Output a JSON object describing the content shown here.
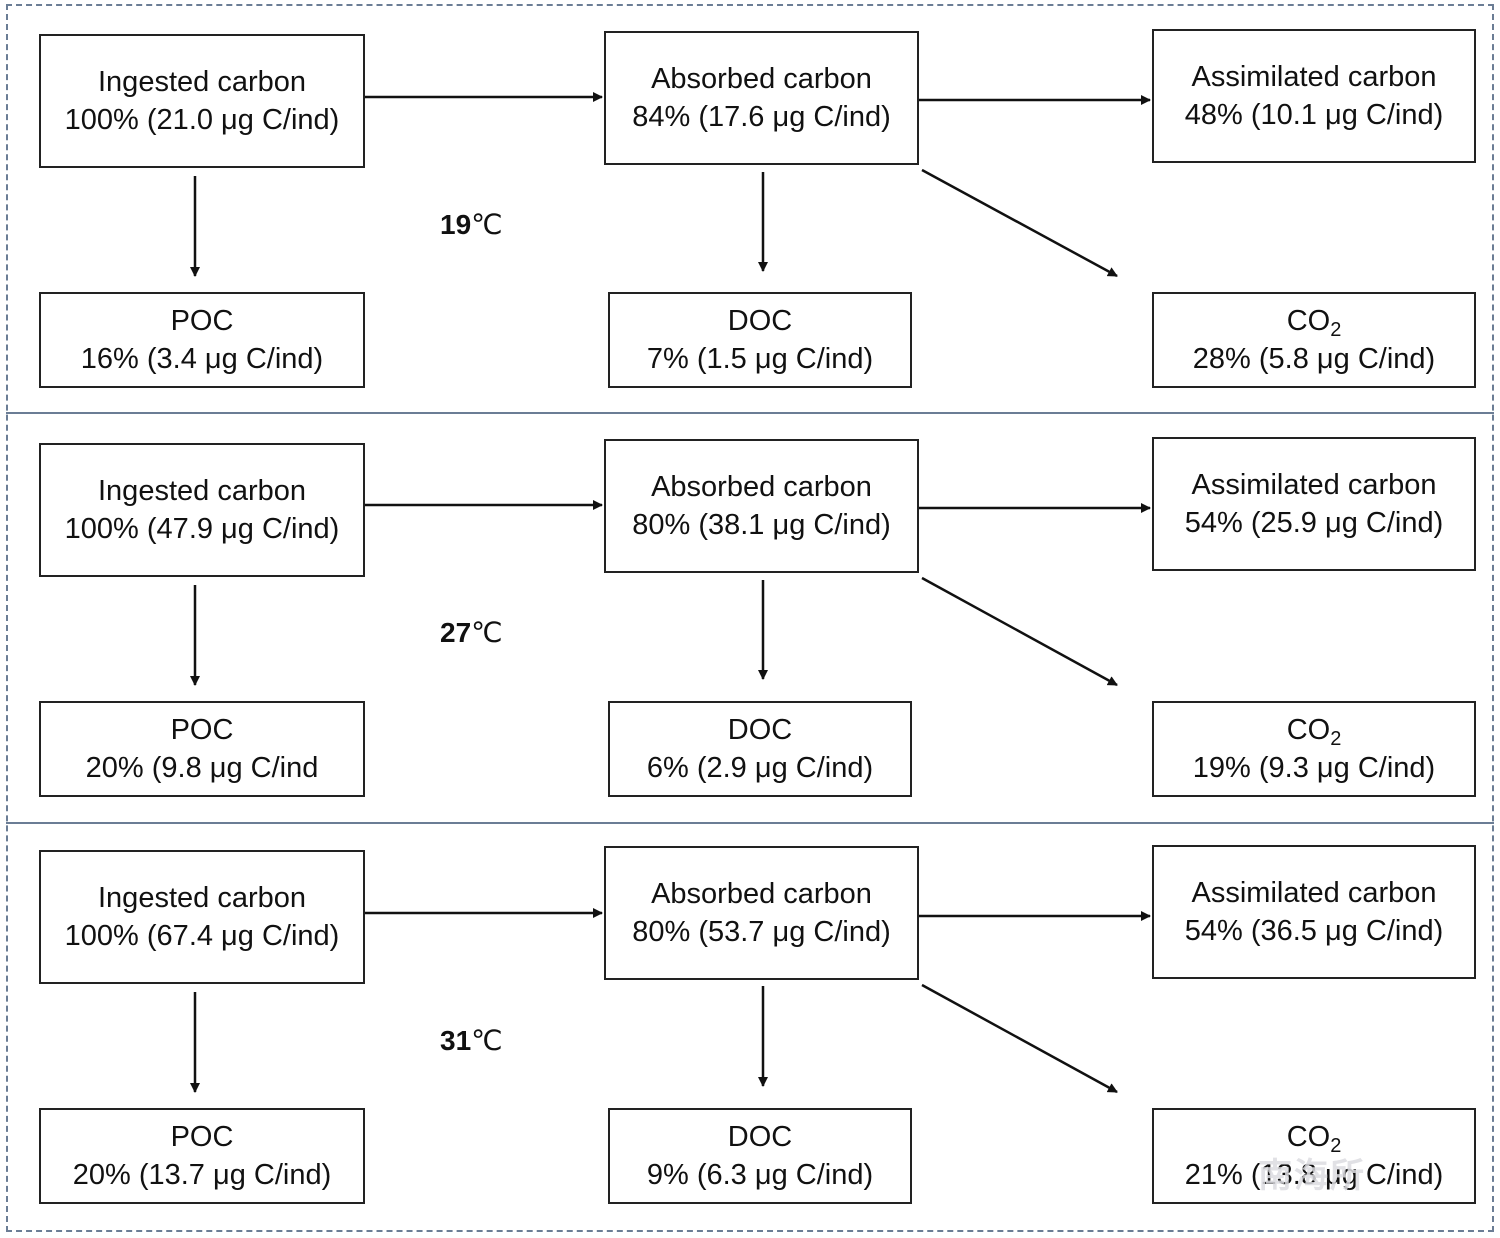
{
  "panels": [
    {
      "temp": "19",
      "temp_unit": "℃",
      "ingested": {
        "label": "Ingested carbon",
        "value": "100% (21.0 μg C/ind)"
      },
      "absorbed": {
        "label": "Absorbed carbon",
        "value": "84% (17.6 μg C/ind)"
      },
      "assimilated": {
        "label": "Assimilated carbon",
        "value": "48% (10.1 μg C/ind)"
      },
      "poc": {
        "label": "POC",
        "value": "16% (3.4 μg C/ind)"
      },
      "doc": {
        "label": "DOC",
        "value": "7% (1.5 μg C/ind)"
      },
      "co2": {
        "label": "CO",
        "sub": "2",
        "value": "28% (5.8 μg C/ind)"
      }
    },
    {
      "temp": "27",
      "temp_unit": "℃",
      "ingested": {
        "label": "Ingested carbon",
        "value": "100% (47.9 μg C/ind)"
      },
      "absorbed": {
        "label": "Absorbed carbon",
        "value": "80% (38.1 μg C/ind)"
      },
      "assimilated": {
        "label": "Assimilated carbon",
        "value": "54% (25.9 μg C/ind)"
      },
      "poc": {
        "label": "POC",
        "value": "20% (9.8 μg C/ind"
      },
      "doc": {
        "label": "DOC",
        "value": "6% (2.9 μg C/ind)"
      },
      "co2": {
        "label": "CO",
        "sub": "2",
        "value": "19% (9.3 μg C/ind)"
      }
    },
    {
      "temp": "31",
      "temp_unit": "℃",
      "ingested": {
        "label": "Ingested carbon",
        "value": "100% (67.4 μg C/ind)"
      },
      "absorbed": {
        "label": "Absorbed carbon",
        "value": "80% (53.7 μg C/ind)"
      },
      "assimilated": {
        "label": "Assimilated carbon",
        "value": "54% (36.5 μg C/ind)"
      },
      "poc": {
        "label": "POC",
        "value": "20% (13.7 μg C/ind)"
      },
      "doc": {
        "label": "DOC",
        "value": "9% (6.3 μg C/ind)"
      },
      "co2": {
        "label": "CO",
        "sub": "2",
        "value": "21% (13.8 μg C/ind)"
      }
    }
  ],
  "watermark": "南海所"
}
